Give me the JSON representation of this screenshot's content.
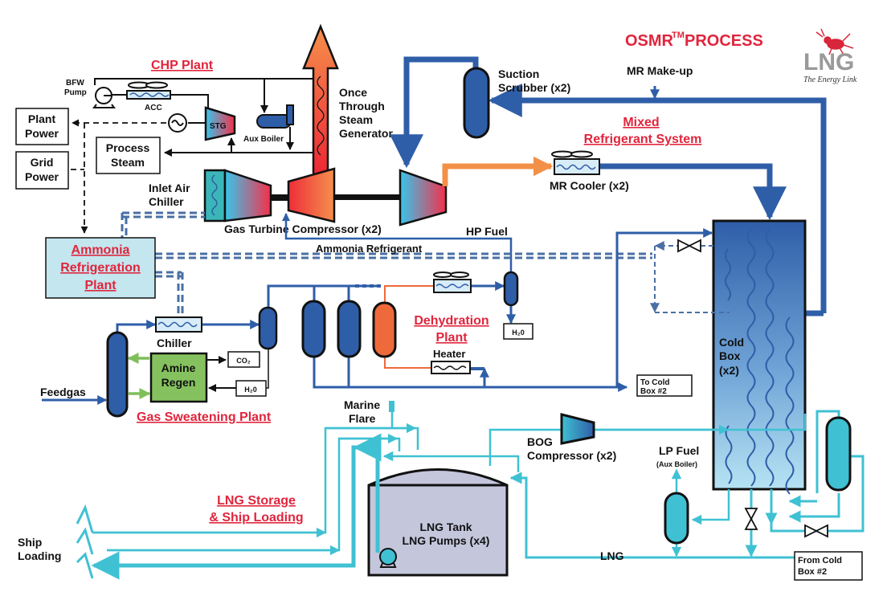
{
  "title": {
    "main": "OSMR",
    "superscript": "TM",
    "suffix": " PROCESS"
  },
  "logo": {
    "text": "LNG",
    "tagline": "The Energy Link"
  },
  "sections": {
    "chp_plant": "CHP Plant",
    "mixed_refrigerant": [
      "Mixed",
      "Refrigerant System"
    ],
    "ammonia_plant": [
      "Ammonia",
      "Refrigeration",
      "Plant"
    ],
    "dehydration_plant": [
      "Dehydration",
      "Plant"
    ],
    "gas_sweetening": "Gas Sweatening Plant",
    "lng_storage": [
      "LNG Storage",
      "& Ship Loading"
    ]
  },
  "labels": {
    "bfw_pump": [
      "BFW",
      "Pump"
    ],
    "acc": "ACC",
    "stg": "STG",
    "aux_boiler": "Aux Boiler",
    "once_through": [
      "Once",
      "Through",
      "Steam",
      "Generator"
    ],
    "plant_power": [
      "Plant",
      "Power"
    ],
    "grid_power": [
      "Grid",
      "Power"
    ],
    "process_steam": [
      "Process",
      "Steam"
    ],
    "inlet_air_chiller": [
      "Inlet Air",
      "Chiller"
    ],
    "gas_turbine_compressor": "Gas Turbine Compressor (x2)",
    "suction_scrubber": [
      "Suction",
      "Scrubber (x2)"
    ],
    "mr_makeup": "MR Make-up",
    "mr_cooler": "MR Cooler (x2)",
    "hp_fuel": "HP Fuel",
    "ammonia_refrigerant": "Ammonia Refrigerant",
    "chiller": "Chiller",
    "amine_regen": [
      "Amine",
      "Regen"
    ],
    "co2": "CO₂",
    "h2o_sweet": "H₂0",
    "h2o_dehy": "H₂0",
    "heater": "Heater",
    "feedgas": "Feedgas",
    "to_cold_box": [
      "To Cold",
      "Box #2"
    ],
    "cold_box": [
      "Cold",
      "Box",
      "(x2)"
    ],
    "marine_flare": [
      "Marine",
      "Flare"
    ],
    "bog_compressor": [
      "BOG",
      "Compressor (x2)"
    ],
    "lp_fuel": "LP Fuel",
    "lp_fuel_sub": "(Aux Boiler)",
    "lng_tank": [
      "LNG Tank",
      "LNG Pumps (x4)"
    ],
    "lng": "LNG",
    "from_cold_box": [
      "From Cold",
      "Box #2"
    ],
    "ship_loading": [
      "Ship",
      "Loading"
    ]
  },
  "colors": {
    "title_red": "#e0253c",
    "mr_blue": "#2f5ea8",
    "lng_cyan": "#3fc1d3",
    "ammonia_dash": "#4a6fa5",
    "hot_orange": "#f39048",
    "hot_red": "#ee2d3a",
    "amine_green": "#7fbf5a",
    "dehy_orange": "#ef6a3a",
    "tank_fill": "#c4c6dc"
  }
}
